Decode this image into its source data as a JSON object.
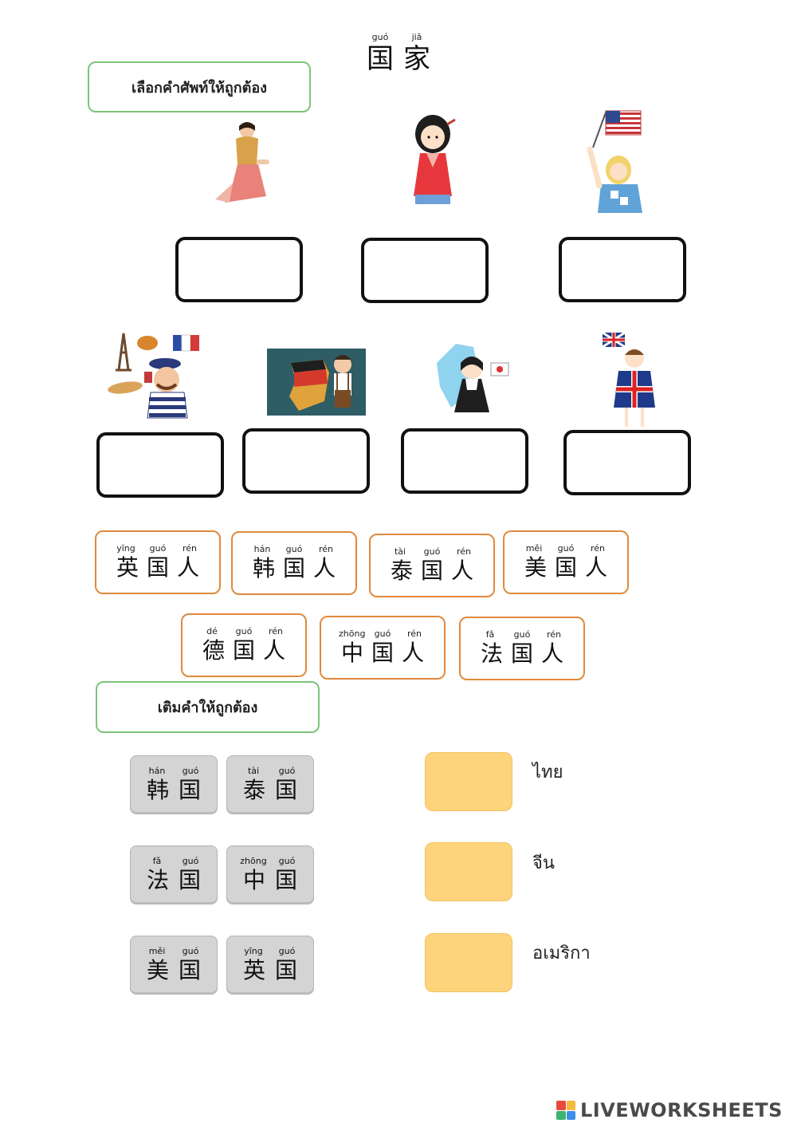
{
  "title": {
    "pinyin": [
      "guó",
      "jiā"
    ],
    "hanzi": [
      "国",
      "家"
    ]
  },
  "section1": {
    "instruction": "เลือกคำศัพท์ให้ถูกต้อง"
  },
  "illustrations_row1": [
    "thai-woman-icon",
    "chinese-girl-icon",
    "american-woman-icon"
  ],
  "illustrations_row2": [
    "french-man-icon",
    "german-boy-icon",
    "korean-girl-icon",
    "british-girl-icon"
  ],
  "word_cards": [
    {
      "pinyin": [
        "yīng",
        "guó",
        "rén"
      ],
      "hanzi": [
        "英",
        "国",
        "人"
      ]
    },
    {
      "pinyin": [
        "hán",
        "guó",
        "rén"
      ],
      "hanzi": [
        "韩",
        "国",
        "人"
      ]
    },
    {
      "pinyin": [
        "tài",
        "guó",
        "rén"
      ],
      "hanzi": [
        "泰",
        "国",
        "人"
      ]
    },
    {
      "pinyin": [
        "měi",
        "guó",
        "rén"
      ],
      "hanzi": [
        "美",
        "国",
        "人"
      ]
    },
    {
      "pinyin": [
        "dé",
        "guó",
        "rén"
      ],
      "hanzi": [
        "德",
        "国",
        "人"
      ]
    },
    {
      "pinyin": [
        "zhōng",
        "guó",
        "rén"
      ],
      "hanzi": [
        "中",
        "国",
        "人"
      ]
    },
    {
      "pinyin": [
        "fǎ",
        "guó",
        "rén"
      ],
      "hanzi": [
        "法",
        "国",
        "人"
      ]
    }
  ],
  "section2": {
    "instruction": "เติมคำให้ถูกต้อง"
  },
  "tiles": [
    {
      "pinyin": [
        "hán",
        "guó"
      ],
      "hanzi": [
        "韩",
        "国"
      ]
    },
    {
      "pinyin": [
        "tài",
        "guó"
      ],
      "hanzi": [
        "泰",
        "国"
      ]
    },
    {
      "pinyin": [
        "fǎ",
        "guó"
      ],
      "hanzi": [
        "法",
        "国"
      ]
    },
    {
      "pinyin": [
        "zhōng",
        "guó"
      ],
      "hanzi": [
        "中",
        "国"
      ]
    },
    {
      "pinyin": [
        "měi",
        "guó"
      ],
      "hanzi": [
        "美",
        "国"
      ]
    },
    {
      "pinyin": [
        "yīng",
        "guó"
      ],
      "hanzi": [
        "英",
        "国"
      ]
    }
  ],
  "fill_labels": [
    "ไทย",
    "จีน",
    "อเมริกา"
  ],
  "footer": {
    "logo_text": "LIVEWORKSHEETS"
  },
  "colors": {
    "accent_green": "#7cc47a",
    "card_orange": "#e08a3c",
    "slot_yellow": "#fdd47c",
    "tile_grey": "#d4d4d4"
  }
}
